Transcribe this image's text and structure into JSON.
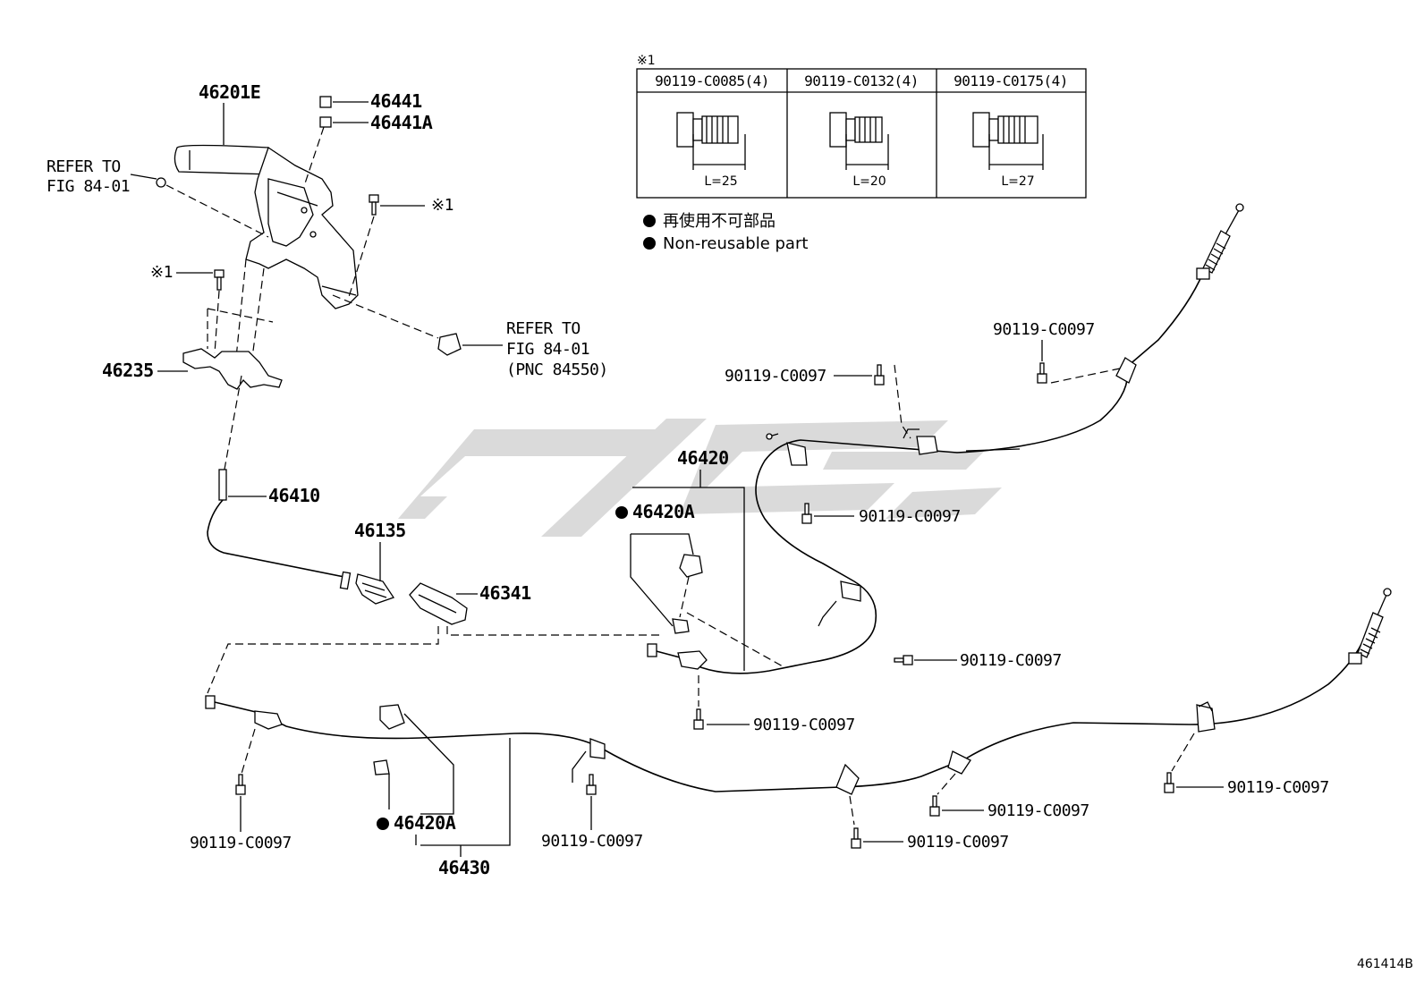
{
  "legend": {
    "note_mark": "※1",
    "columns": [
      {
        "part": "90119-C0085(4)",
        "length": "L=25"
      },
      {
        "part": "90119-C0132(4)",
        "length": "L=20"
      },
      {
        "part": "90119-C0175(4)",
        "length": "L=27"
      }
    ],
    "nonreusable_jp": "再使用不可部品",
    "nonreusable_en": "Non-reusable part"
  },
  "labels": {
    "lever": "46201E",
    "nut1": "46441",
    "nut2": "46441A",
    "bracket": "46235",
    "front_cable": "46410",
    "equalizer": "46135",
    "yoke": "46341",
    "right_cable": "46420",
    "right_clamp": "46420A",
    "left_clamp": "46420A",
    "left_cable": "46430",
    "bolt_note_1": "※1",
    "bolt_note_2": "※1",
    "bolt": "90119-C0097"
  },
  "refers": {
    "refer_a_line1": "REFER TO",
    "refer_a_line2": "FIG 84-01",
    "refer_b_line1": "REFER TO",
    "refer_b_line2": "FIG 84-01",
    "refer_b_line3": "(PNC 84550)"
  },
  "figure_id": "461414B"
}
